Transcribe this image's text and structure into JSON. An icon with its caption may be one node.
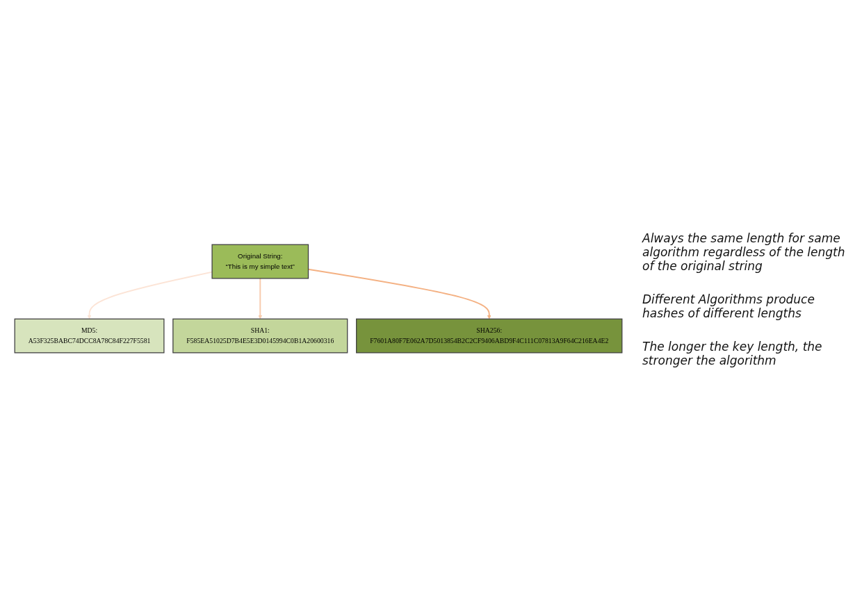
{
  "diagram": {
    "nodes": [
      {
        "text": [
          "Original String:",
          "“This is my simple text”"
        ]
      },
      {
        "text": [
          "MD5:",
          "A53F325BABC74DCC8A78C84F227F5581"
        ]
      },
      {
        "text": [
          "SHA1:",
          "F585EA51025D7B4E5E3D0145994C0B1A20600316"
        ]
      },
      {
        "text": [
          "SHA256:",
          "F7601A80F7E062A7D5013854B2C2CF9406ABD9F4C111C07813A9F64C216EA4E2"
        ]
      }
    ],
    "edges": [
      {
        "from": 0,
        "to": 1,
        "arrow": "to",
        "color": "#fce4d6"
      },
      {
        "from": 0,
        "to": 2,
        "arrow": "to",
        "color": "#f8cbad"
      },
      {
        "from": 0,
        "to": 3,
        "arrow": "to",
        "color": "#f4b183"
      }
    ],
    "labels": [
      "Always the same length for same algorithm regardless of the length of the original string",
      "Different Algorithms produce hashes of different lengths",
      "The longer the key length, the stronger the algorithm"
    ]
  }
}
